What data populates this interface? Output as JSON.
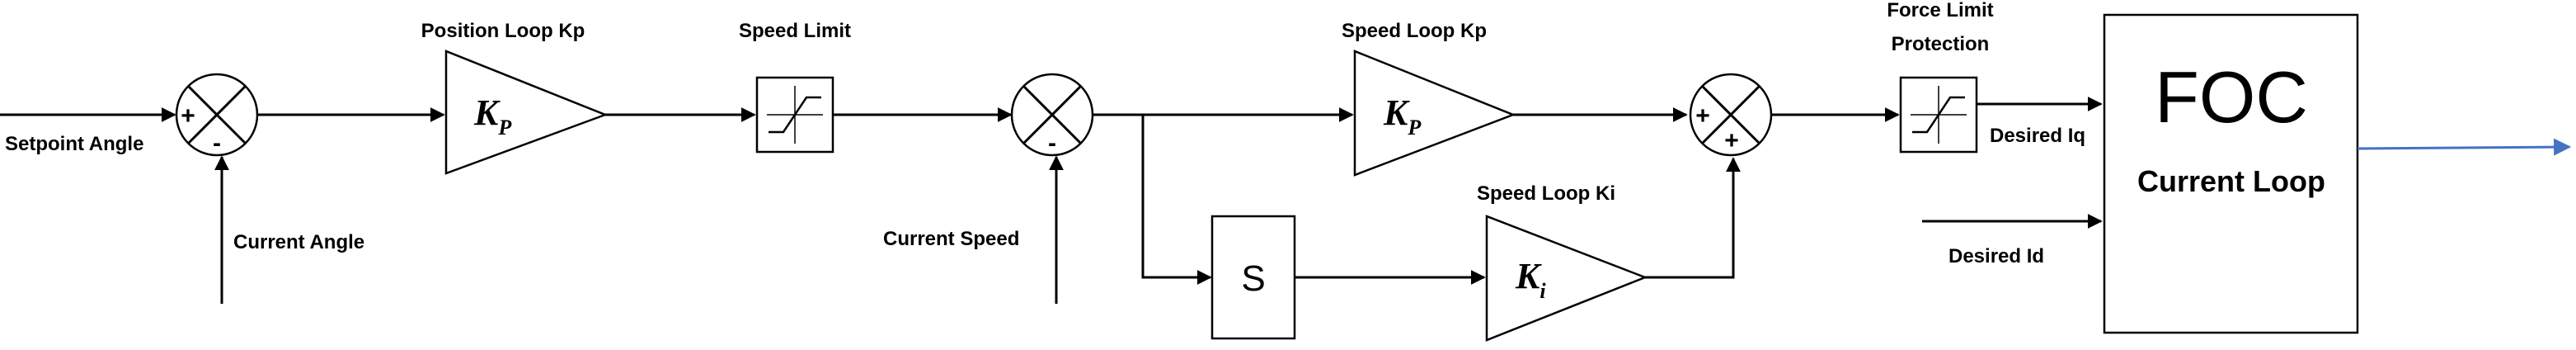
{
  "signals": {
    "setpoint_angle": "Setpoint Angle",
    "current_angle": "Current Angle",
    "current_speed": "Current Speed",
    "desired_iq": "Desired Iq",
    "desired_id": "Desired Id"
  },
  "blocks": {
    "position_loop_kp": {
      "title": "Position Loop Kp",
      "symbol": "K",
      "subscript": "P"
    },
    "speed_limit": {
      "title": "Speed Limit"
    },
    "speed_loop_kp": {
      "title": "Speed Loop Kp",
      "symbol": "K",
      "subscript": "P"
    },
    "integrator": {
      "symbol": "S"
    },
    "speed_loop_ki": {
      "title": "Speed Loop Ki",
      "symbol": "K",
      "subscript": "i"
    },
    "force_limit": {
      "title_line1": "Force Limit",
      "title_line2": "Protection"
    },
    "foc": {
      "title": "FOC",
      "subtitle": "Current Loop"
    }
  },
  "junctions": {
    "sum1": {
      "top_sign": "+",
      "bottom_sign": "-"
    },
    "sum2": {
      "bottom_sign": "-"
    },
    "sum3": {
      "left_sign": "+",
      "bottom_sign": "+"
    }
  },
  "colors": {
    "wire": "#000000",
    "output": "#4472C4"
  }
}
